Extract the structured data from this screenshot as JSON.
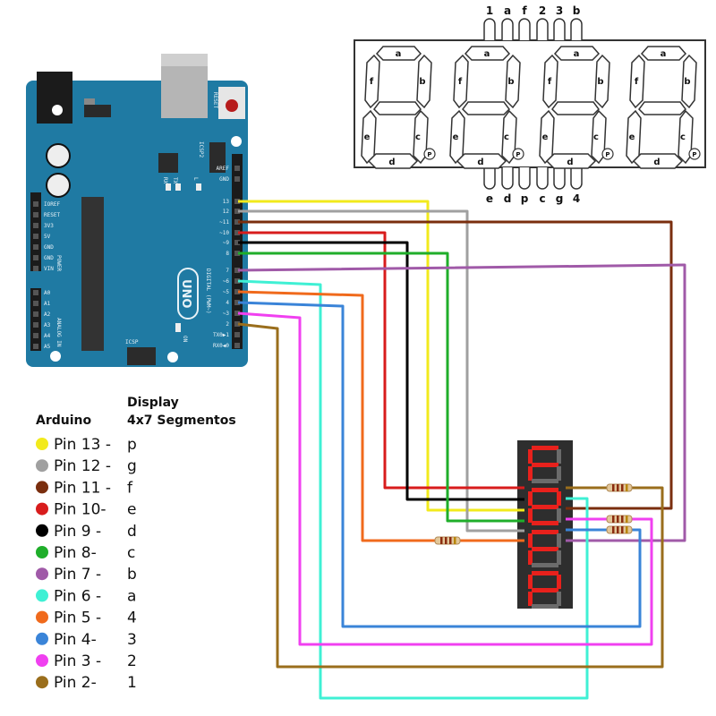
{
  "schematic": {
    "top_pins": [
      "1",
      "a",
      "f",
      "2",
      "3",
      "b"
    ],
    "bottom_pins": [
      "e",
      "d",
      "p",
      "c",
      "g",
      "4"
    ],
    "segments": [
      "a",
      "b",
      "c",
      "d",
      "e",
      "f"
    ],
    "dp": "P",
    "digit_count": 4
  },
  "board": {
    "model": "UNO",
    "reset": "RESET",
    "icsp2": "ICSP2",
    "icsp": "ICSP",
    "on": "ON",
    "rx": "RX",
    "tx": "TX",
    "l": "L",
    "digital_title": "DIGITAL (PWM~)",
    "power_title": "POWER",
    "analog_title": "ANALOG IN",
    "digital_labels": [
      "AREF",
      "GND",
      "13",
      "12",
      "~11",
      "~10",
      "~9",
      "8",
      "7",
      "~6",
      "~5",
      "4",
      "~3",
      "2",
      "TX0▶1",
      "RX0◀0"
    ],
    "power_labels": [
      "IOREF",
      "RESET",
      "3V3",
      "5V",
      "GND",
      "GND",
      "VIN"
    ],
    "analog_labels": [
      "A0",
      "A1",
      "A2",
      "A3",
      "A4",
      "A5"
    ],
    "color": "#1f7aa3"
  },
  "legend": {
    "arduino_heading": "Arduino",
    "display_heading_1": "Display",
    "display_heading_2": "4x7 Segmentos",
    "items": [
      {
        "pin": "Pin 13 -",
        "segment": "p",
        "color": "#f2ea1c"
      },
      {
        "pin": "Pin 12 -",
        "segment": "g",
        "color": "#a0a0a0"
      },
      {
        "pin": "Pin 11 -",
        "segment": "f",
        "color": "#7a2e0e"
      },
      {
        "pin": "Pin 10-",
        "segment": "e",
        "color": "#d81c1c"
      },
      {
        "pin": "Pin 9 -",
        "segment": "d",
        "color": "#000000"
      },
      {
        "pin": "Pin 8-",
        "segment": "c",
        "color": "#1fae2a"
      },
      {
        "pin": "Pin 7 -",
        "segment": "b",
        "color": "#a05aa8"
      },
      {
        "pin": "Pin 6 -",
        "segment": "a",
        "color": "#3ff0d4"
      },
      {
        "pin": "Pin 5 -",
        "segment": "4",
        "color": "#f06a1c"
      },
      {
        "pin": "Pin 4-",
        "segment": "3",
        "color": "#3a84d8"
      },
      {
        "pin": "Pin 3 -",
        "segment": "2",
        "color": "#f040f0"
      },
      {
        "pin": "Pin 2-",
        "segment": "1",
        "color": "#9a6e1c"
      }
    ]
  }
}
